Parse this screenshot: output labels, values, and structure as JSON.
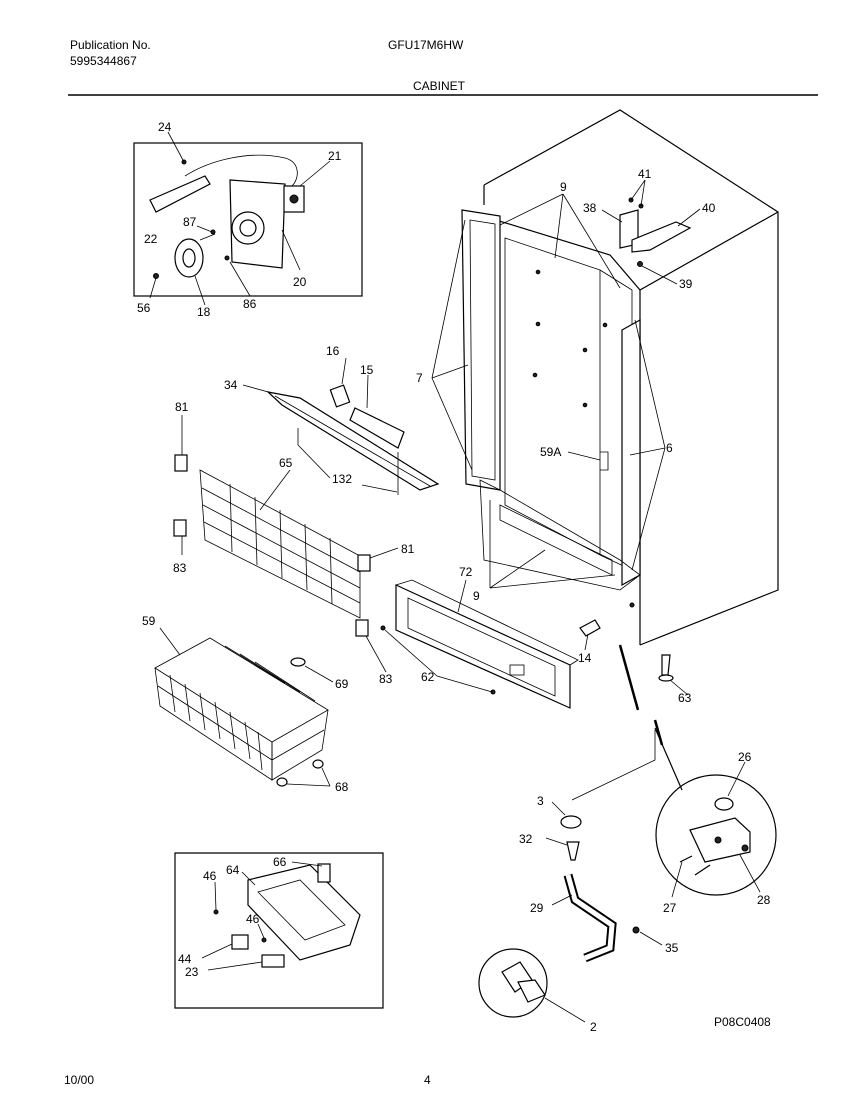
{
  "header": {
    "publication_label": "Publication No.",
    "publication_number": "5995344867",
    "model": "GFU17M6HW",
    "section": "CABINET"
  },
  "footer": {
    "date": "10/00",
    "page": "4",
    "diagram_code": "P08C0408"
  },
  "callouts": {
    "c24": "24",
    "c21": "21",
    "c87": "87",
    "c22": "22",
    "c20": "20",
    "c56": "56",
    "c18": "18",
    "c86": "86",
    "c16": "16",
    "c15": "15",
    "c34": "34",
    "c132": "132",
    "c81a": "81",
    "c65": "65",
    "c81b": "81",
    "c83a": "83",
    "c83b": "83",
    "c9a": "9",
    "c41": "41",
    "c38": "38",
    "c40": "40",
    "c39": "39",
    "c7": "7",
    "c6": "6",
    "c59a": "59A",
    "c72": "72",
    "c9b": "9",
    "c14": "14",
    "c62": "62",
    "c63": "63",
    "c59": "59",
    "c69": "69",
    "c68": "68",
    "c26": "26",
    "c3": "3",
    "c32": "32",
    "c29": "29",
    "c27": "27",
    "c28": "28",
    "c35": "35",
    "c2": "2",
    "c66": "66",
    "c46a": "46",
    "c64": "64",
    "c46b": "46",
    "c44": "44",
    "c23": "23"
  }
}
